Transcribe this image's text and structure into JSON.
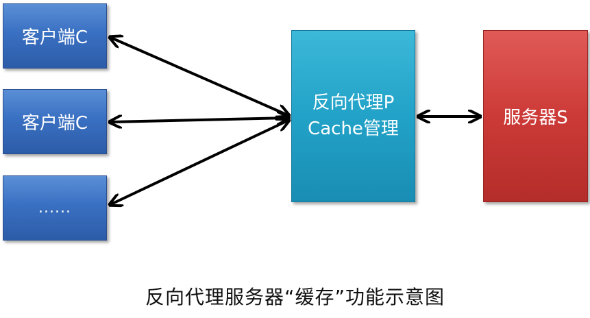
{
  "diagram": {
    "nodes": {
      "client_1": "客户端C",
      "client_2": "客户端C",
      "client_3": "......",
      "proxy_line1": "反向代理P",
      "proxy_line2": "Cache管理",
      "server": "服务器S"
    },
    "edges": [
      {
        "from": "client_1",
        "to": "proxy",
        "direction": "bidirectional"
      },
      {
        "from": "client_2",
        "to": "proxy",
        "direction": "bidirectional"
      },
      {
        "from": "client_3",
        "to": "proxy",
        "direction": "bidirectional"
      },
      {
        "from": "proxy",
        "to": "server",
        "direction": "bidirectional"
      }
    ],
    "caption": "反向代理服务器“缓存”功能示意图"
  },
  "colors": {
    "client": "#3a70c2",
    "proxy": "#22a2c8",
    "server": "#cc3a37",
    "arrow": "#000000"
  }
}
